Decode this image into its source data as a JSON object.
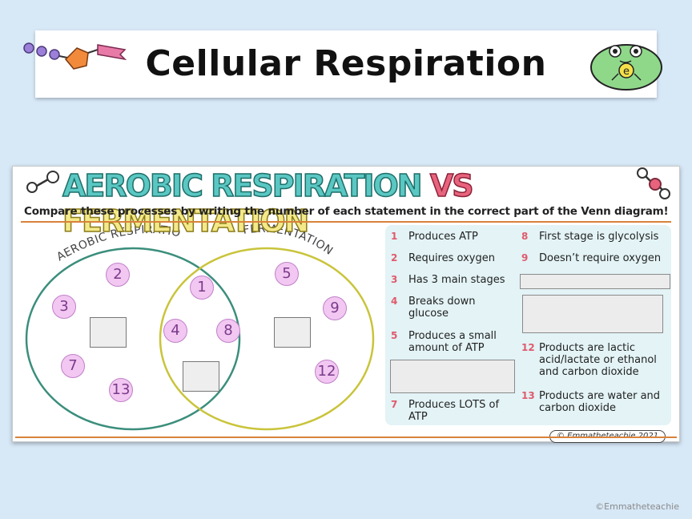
{
  "page": {
    "title": "Cellular Respiration",
    "footer_credit": "©Emmatheteachie",
    "mascot_letter": "e",
    "colors": {
      "background": "#d7e8f7",
      "aerobic": "#5ac7c2",
      "vs": "#e8637d",
      "fermentation": "#f3e98a",
      "accent_line": "#d9823b",
      "number_circle": "#f2c7f2"
    }
  },
  "slide": {
    "heading_aerobic": "AEROBIC RESPIRATION",
    "heading_vs": "VS",
    "heading_fermentation": "FERMENTATION",
    "instructions": "Compare these processes by writing the number of each statement in the correct part of the Venn diagram!",
    "credit": "© Emmatheteachie 2021",
    "venn": {
      "left_label": "AEROBIC RESPIRATION",
      "right_label": "FERMENTATION",
      "left_numbers": [
        "2",
        "3",
        "7",
        "13"
      ],
      "center_numbers": [
        "1",
        "4",
        "8"
      ],
      "right_numbers": [
        "5",
        "9",
        "12"
      ]
    },
    "statements": [
      {
        "num": "1",
        "text": "Produces ATP"
      },
      {
        "num": "2",
        "text": "Requires oxygen"
      },
      {
        "num": "3",
        "text": "Has 3 main stages"
      },
      {
        "num": "4",
        "text": "Breaks down glucose"
      },
      {
        "num": "5",
        "text": "Produces a small amount of ATP"
      },
      {
        "num": "7",
        "text": "Produces LOTS of ATP"
      },
      {
        "num": "8",
        "text": "First stage is glycolysis"
      },
      {
        "num": "9",
        "text": "Doesn’t require oxygen"
      },
      {
        "num": "12",
        "text": "Products are lactic acid/lactate or ethanol and carbon dioxide"
      },
      {
        "num": "13",
        "text": "Products are water and carbon dioxide"
      }
    ]
  }
}
